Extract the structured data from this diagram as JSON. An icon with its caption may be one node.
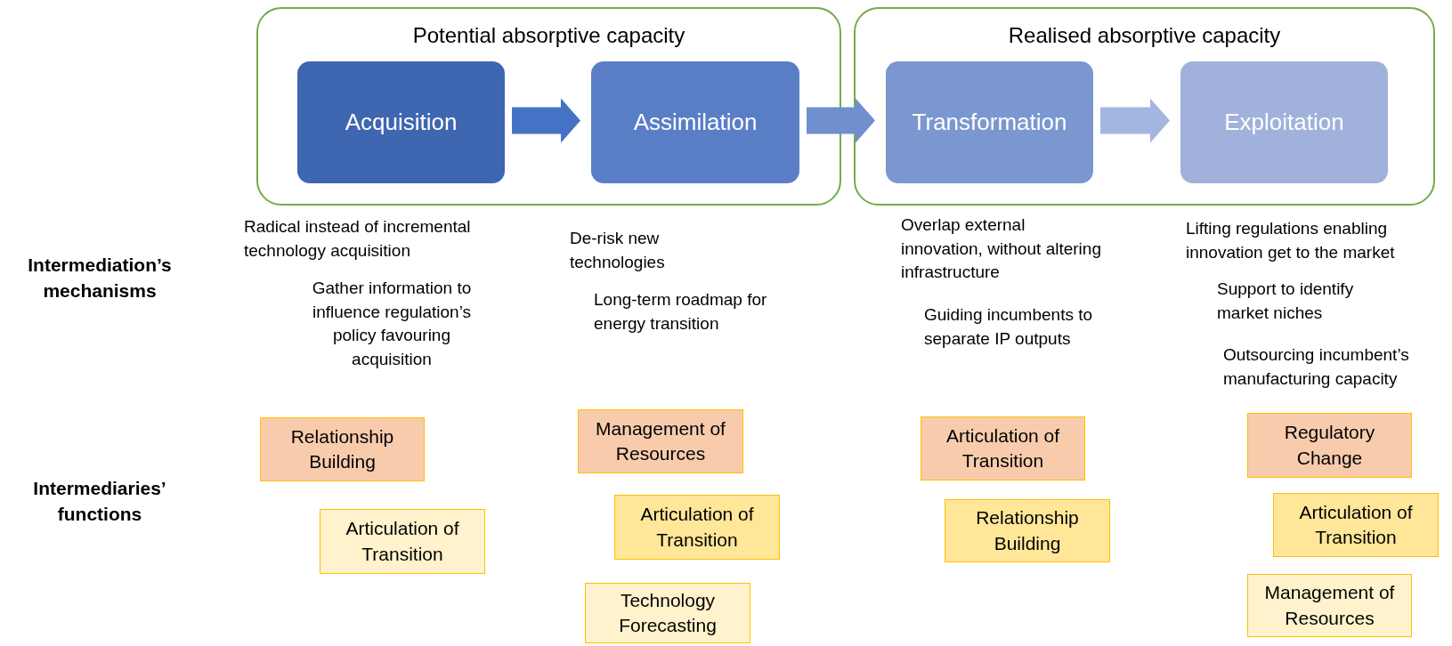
{
  "diagram": {
    "nodes": [
      {
        "text": [
          "Potential absorptive capacity"
        ]
      },
      {
        "text": [
          "Acquisition"
        ],
        "in": 0
      },
      {
        "text": [
          "Assimilation"
        ],
        "in": 0
      },
      {
        "text": [
          "Realised absorptive capacity"
        ]
      },
      {
        "text": [
          "Transformation"
        ],
        "in": 3
      },
      {
        "text": [
          "Exploitation"
        ],
        "in": 3
      },
      {
        "text": [
          "Relationship Building"
        ]
      },
      {
        "text": [
          "Articulation of Transition"
        ]
      },
      {
        "text": [
          "Management of Resources"
        ]
      },
      {
        "text": [
          "Articulation of Transition"
        ]
      },
      {
        "text": [
          "Technology Forecasting"
        ]
      },
      {
        "text": [
          "Articulation of Transition"
        ]
      },
      {
        "text": [
          "Relationship Building"
        ]
      },
      {
        "text": [
          "Regulatory Change"
        ]
      },
      {
        "text": [
          "Articulation of Transition"
        ]
      },
      {
        "text": [
          "Management of Resources"
        ]
      }
    ],
    "edges": [
      {
        "from": 1,
        "to": 2,
        "arrow": "to",
        "color": "#4472c4"
      },
      {
        "from": 2,
        "to": 4,
        "arrow": "to",
        "color": "#6f8fcf"
      },
      {
        "from": 4,
        "to": 5,
        "arrow": "to",
        "color": "#a3b6e0"
      }
    ],
    "labels": [
      "Intermediation’s mechanisms",
      "Intermediaries’ functions",
      "Radical instead of incremental technology acquisition",
      "Gather information to influence regulation’s policy favouring acquisition",
      "De-risk new technologies",
      "Long-term roadmap for energy transition",
      "Overlap external innovation, without altering infrastructure",
      "Guiding incumbents to separate IP outputs",
      "Lifting regulations enabling innovation get to the market",
      "Support to identify market niches",
      "Outsourcing incumbent’s manufacturing capacity"
    ]
  }
}
